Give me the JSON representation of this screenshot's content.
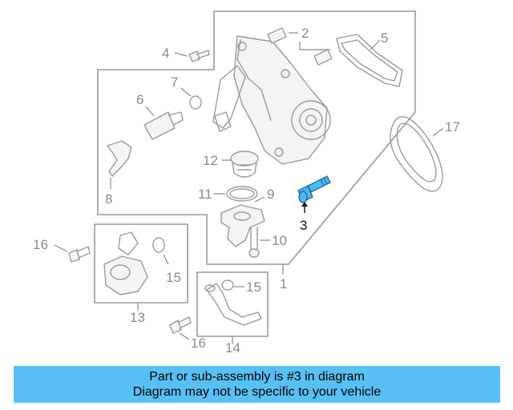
{
  "callouts": {
    "c1": "1",
    "c2": "2",
    "c3": "3",
    "c4": "4",
    "c5": "5",
    "c6": "6",
    "c7": "7",
    "c8": "8",
    "c9": "9",
    "c10": "10",
    "c11": "11",
    "c12": "12",
    "c13": "13",
    "c14": "14",
    "c15a": "15",
    "c15b": "15",
    "c16a": "16",
    "c16b": "16",
    "c17": "17"
  },
  "highlight_part": "3",
  "colors": {
    "banner": "#59c0f5",
    "highlight": "#4cb8f0",
    "lineart": "#9a9a9a"
  },
  "banner": {
    "line1": "Part or sub-assembly is #3 in diagram",
    "line2": "Diagram may not be specific to your vehicle"
  }
}
